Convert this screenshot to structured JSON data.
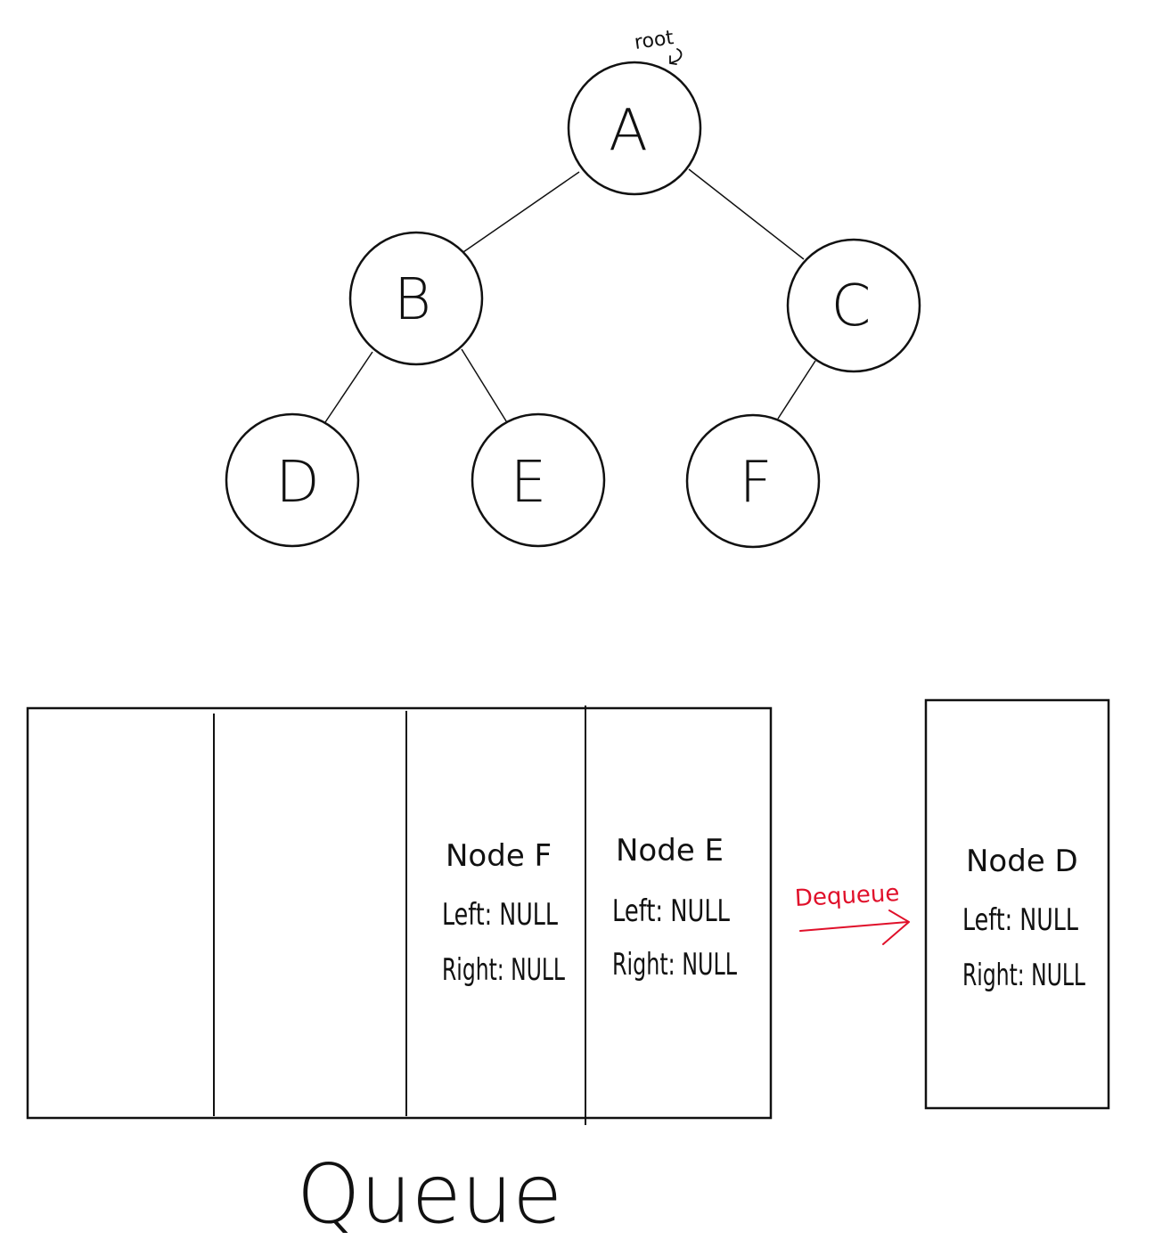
{
  "tree": {
    "root_label": "root",
    "nodes": [
      {
        "id": "A",
        "label": "A"
      },
      {
        "id": "B",
        "label": "B"
      },
      {
        "id": "C",
        "label": "C"
      },
      {
        "id": "D",
        "label": "D"
      },
      {
        "id": "E",
        "label": "E"
      },
      {
        "id": "F",
        "label": "F"
      }
    ],
    "edges": [
      [
        "A",
        "B"
      ],
      [
        "A",
        "C"
      ],
      [
        "B",
        "D"
      ],
      [
        "B",
        "E"
      ],
      [
        "C",
        "F"
      ]
    ]
  },
  "queue": {
    "title": "Queue",
    "slots": [
      {
        "empty": true
      },
      {
        "empty": true
      },
      {
        "name": "Node F",
        "left": "Left: NULL",
        "right": "Right: NULL"
      },
      {
        "name": "Node E",
        "left": "Left: NULL",
        "right": "Right: NULL"
      }
    ]
  },
  "dequeue": {
    "label": "Dequeue",
    "color": "#e0102a"
  },
  "dequeued": {
    "name": "Node D",
    "left": "Left: NULL",
    "right": "Right: NULL"
  }
}
